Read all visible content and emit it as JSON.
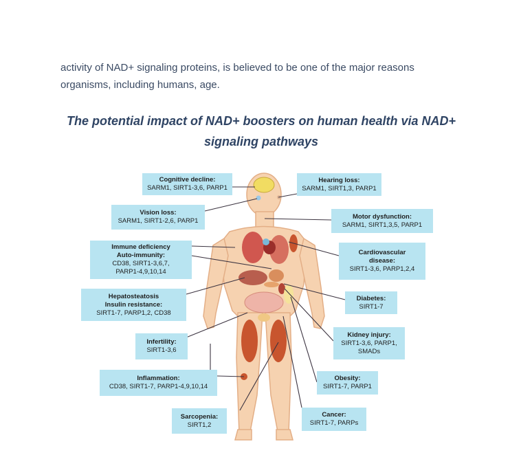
{
  "paragraph": {
    "line1": "activity of NAD+ signaling proteins, is believed to be one of the major reasons",
    "line2": "organisms, including humans, age."
  },
  "figure_title": {
    "line1": "The potential impact of NAD+ boosters on human health via NAD+",
    "line2": "signaling pathways"
  },
  "conditions": {
    "cognitive": {
      "title": "Cognitive decline:",
      "detail": "SARM1, SIRT1-3,6, PARP1"
    },
    "hearing": {
      "title": "Hearing loss:",
      "detail": "SARM1, SIRT1,3, PARP1"
    },
    "vision": {
      "title": "Vision loss:",
      "detail": "SARM1, SIRT1-2,6, PARP1"
    },
    "motor": {
      "title": "Motor dysfunction:",
      "detail": "SARM1, SIRT1,3,5, PARP1"
    },
    "immune": {
      "title1": "Immune deficiency",
      "title2": "Auto-immunity:",
      "detail1": "CD38, SIRT1-3,6,7,",
      "detail2": "PARP1-4,9,10,14"
    },
    "cardio": {
      "title1": "Cardiovascular",
      "title2": "disease:",
      "detail": "SIRT1-3,6, PARP1,2,4"
    },
    "hepato": {
      "title1": "Hepatosteatosis",
      "title2": "Insulin resistance:",
      "detail": "SIRT1-7, PARP1,2, CD38"
    },
    "diabetes": {
      "title": "Diabetes:",
      "detail": "SIRT1-7"
    },
    "kidney": {
      "title": "Kidney injury:",
      "detail1": "SIRT1-3,6, PARP1,",
      "detail2": "SMADs"
    },
    "infertility": {
      "title": "Infertility:",
      "detail": "SIRT1-3,6"
    },
    "inflammation": {
      "title": "Inflammation:",
      "detail": "CD38, SIRT1-7, PARP1-4,9,10,14"
    },
    "obesity": {
      "title": "Obesity:",
      "detail": "SIRT1-7, PARP1"
    },
    "sarcopenia": {
      "title": "Sarcopenia:",
      "detail": "SIRT1,2"
    },
    "cancer": {
      "title": "Cancer:",
      "detail": "SIRT1-7, PARPs"
    }
  },
  "colors": {
    "box_fill": "#b8e4f1",
    "skin": "#f6d2b0",
    "skin_outline": "#e3ae86",
    "muscle": "#c8552e",
    "organ_red": "#d0574f",
    "brain": "#f1dc62",
    "leader_line": "#3b3340"
  }
}
